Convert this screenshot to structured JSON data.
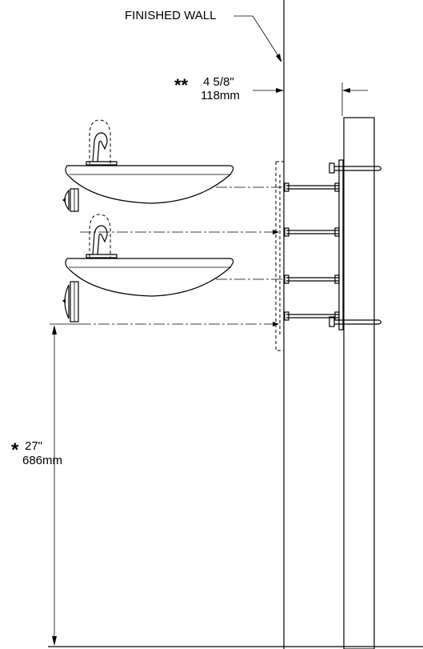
{
  "labels": {
    "finished_wall": "FINISHED WALL",
    "offset_marker": "**",
    "offset_in": "4 5/8\"",
    "offset_mm": "118mm",
    "height_marker": "*",
    "height_in": "27\"",
    "height_mm": "686mm"
  }
}
